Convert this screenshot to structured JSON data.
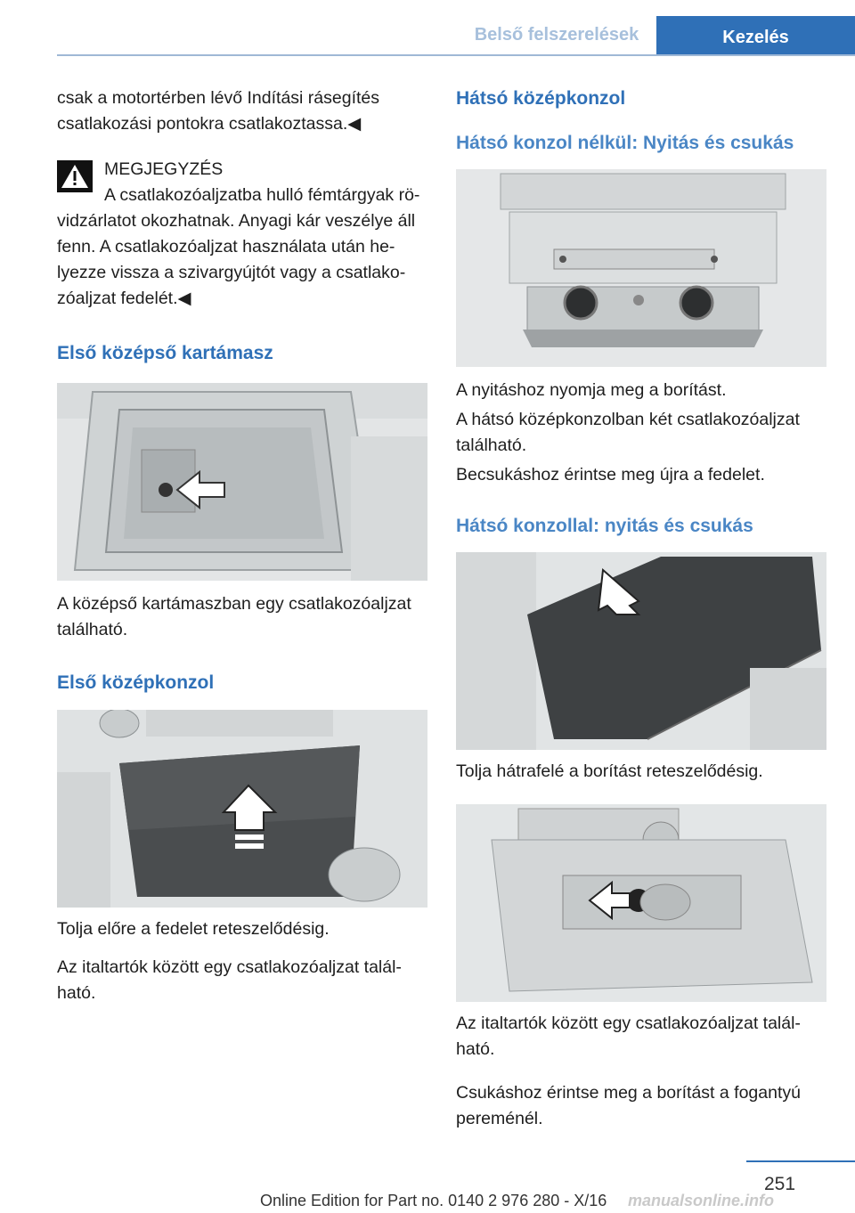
{
  "header": {
    "section_tab": "Belső felszerelések",
    "active_tab": "Kezelés"
  },
  "left": {
    "intro": "csak a motortérben lévő Indítási rásegítés csatlakozási pontokra csatlakoztassa.◀",
    "notice_title": "MEGJEGYZÉS",
    "notice_first": "A csatlakozóaljzatba hulló fémtárgyak rö-",
    "notice_rest": "vidzárlatot okozhatnak. Anyagi kár veszélye áll fenn. A csatlakozóaljzat használata után he-lyezze vissza a szivargyújtót vagy a csatlako-zóaljzat fedelét.◀",
    "h_armrest": "Első középső kartámasz",
    "armrest_caption": "A középső kartámaszban egy csatlakozóaljzat található.",
    "h_console": "Első középkonzol",
    "console_caption1": "Tolja előre a fedelet reteszelődésig.",
    "console_caption2": "Az italtartók között egy csatlakozóaljzat talál-ható."
  },
  "right": {
    "h_rear": "Hátsó középkonzol",
    "h_without": "Hátsó konzol nélkül: Nyitás és csukás",
    "without_caption1": "A nyitáshoz nyomja meg a borítást.",
    "without_caption2": "A hátsó középkonzolban két csatlakozóaljzat található.",
    "without_caption3": "Becsukáshoz érintse meg újra a fedelet.",
    "h_with": "Hátsó konzollal: nyitás és csukás",
    "with_caption1": "Tolja hátrafelé a borítást reteszelődésig.",
    "with_caption2": "Az italtartók között egy csatlakozóaljzat talál-ható.",
    "with_caption3": "Csukáshoz érintse meg a borítást a fogantyú pereménél."
  },
  "footer": {
    "page_number": "251",
    "edition": "Online Edition for Part no. 0140 2 976 280 - X/16",
    "watermark": "manualsonline.info"
  },
  "colors": {
    "accent": "#2f70b7",
    "heading_light": "#4a86c5"
  }
}
